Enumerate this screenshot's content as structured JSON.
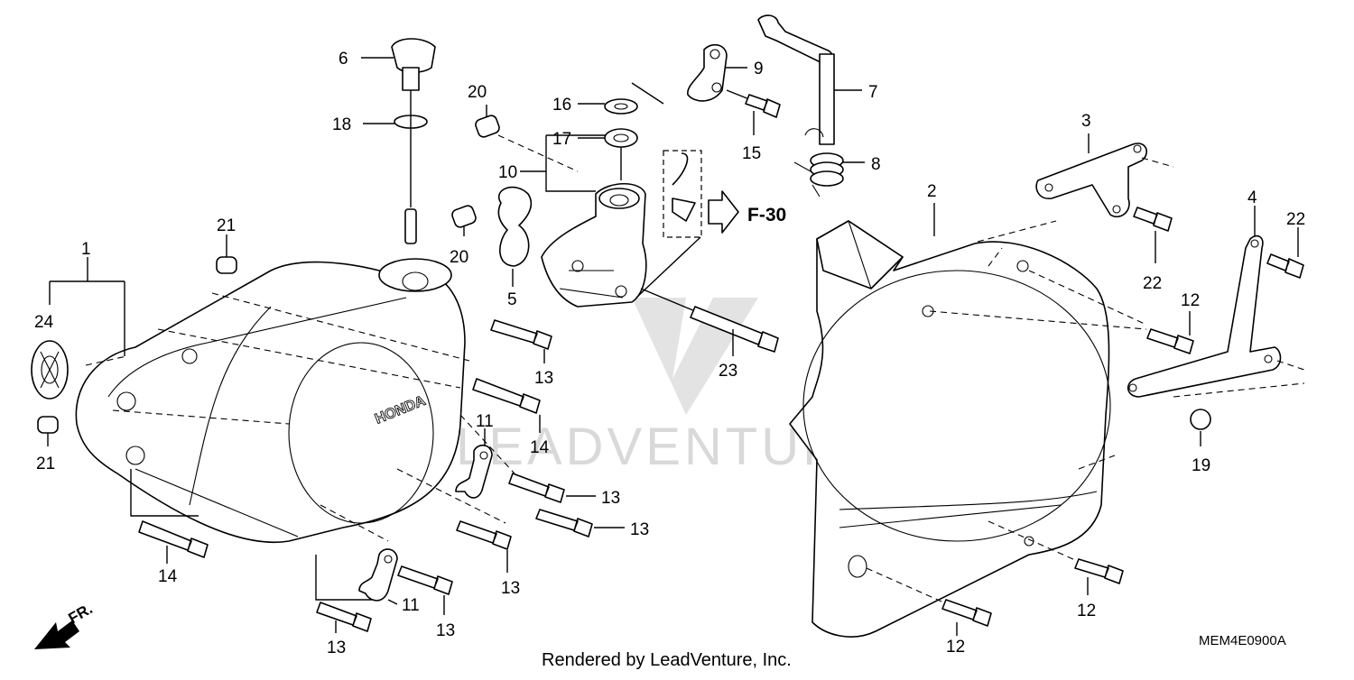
{
  "watermark": "LEADVENTURE",
  "footer": "Rendered by LeadVenture, Inc.",
  "diagram_code": "MEM4E0900A",
  "reference": "F-30",
  "direction_label": "FR.",
  "cover_brand": "HONDA",
  "callouts": [
    "1",
    "24",
    "21",
    "21",
    "6",
    "18",
    "20",
    "20",
    "5",
    "10",
    "16",
    "17",
    "9",
    "15",
    "7",
    "8",
    "3",
    "2",
    "4",
    "22",
    "22",
    "12",
    "12",
    "12",
    "19",
    "13",
    "13",
    "13",
    "13",
    "13",
    "13",
    "14",
    "14",
    "11",
    "11",
    "23"
  ]
}
